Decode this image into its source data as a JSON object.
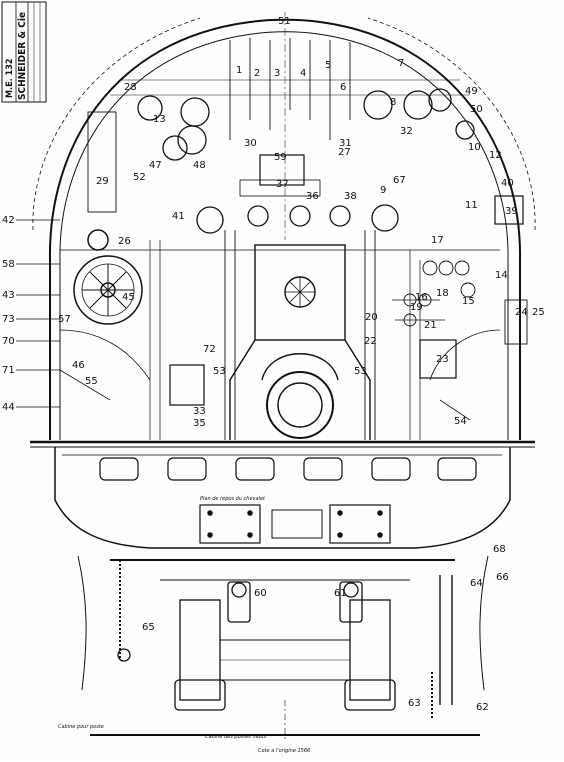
{
  "title_block": {
    "company": "SCHNEIDER & Cie",
    "drawing_number": "M.E. 132",
    "stamp_lines": [
      "",
      "",
      ""
    ]
  },
  "annotations": {
    "top": "Plan de repos du chevalet",
    "left_bottom": "Cabine pour poste",
    "center_bottom_1": "Cabine des postes hauts",
    "center_bottom_2": "Cote a l'origine 1566"
  },
  "callouts": [
    {
      "id": "c1",
      "label": "1"
    },
    {
      "id": "c2",
      "label": "2"
    },
    {
      "id": "c3",
      "label": "3"
    },
    {
      "id": "c4",
      "label": "4"
    },
    {
      "id": "c5",
      "label": "5"
    },
    {
      "id": "c6",
      "label": "6"
    },
    {
      "id": "c7",
      "label": "7"
    },
    {
      "id": "c8",
      "label": "8"
    },
    {
      "id": "c9",
      "label": "9"
    },
    {
      "id": "c10",
      "label": "10"
    },
    {
      "id": "c11",
      "label": "11"
    },
    {
      "id": "c12",
      "label": "12"
    },
    {
      "id": "c13",
      "label": "13"
    },
    {
      "id": "c14",
      "label": "14"
    },
    {
      "id": "c15",
      "label": "15"
    },
    {
      "id": "c16",
      "label": "16"
    },
    {
      "id": "c17",
      "label": "17"
    },
    {
      "id": "c18",
      "label": "18"
    },
    {
      "id": "c19",
      "label": "19"
    },
    {
      "id": "c20",
      "label": "20"
    },
    {
      "id": "c21",
      "label": "21"
    },
    {
      "id": "c22",
      "label": "22"
    },
    {
      "id": "c23",
      "label": "23"
    },
    {
      "id": "c24",
      "label": "24"
    },
    {
      "id": "c25",
      "label": "25"
    },
    {
      "id": "c26",
      "label": "26"
    },
    {
      "id": "c27",
      "label": "27"
    },
    {
      "id": "c28",
      "label": "28"
    },
    {
      "id": "c29",
      "label": "29"
    },
    {
      "id": "c30",
      "label": "30"
    },
    {
      "id": "c31",
      "label": "31"
    },
    {
      "id": "c32",
      "label": "32"
    },
    {
      "id": "c33",
      "label": "33"
    },
    {
      "id": "c35",
      "label": "35"
    },
    {
      "id": "c36",
      "label": "36"
    },
    {
      "id": "c37",
      "label": "37"
    },
    {
      "id": "c38",
      "label": "38"
    },
    {
      "id": "c39",
      "label": "39"
    },
    {
      "id": "c40",
      "label": "40"
    },
    {
      "id": "c41",
      "label": "41"
    },
    {
      "id": "c42",
      "label": "42"
    },
    {
      "id": "c43",
      "label": "43"
    },
    {
      "id": "c44",
      "label": "44"
    },
    {
      "id": "c45",
      "label": "45"
    },
    {
      "id": "c46",
      "label": "46"
    },
    {
      "id": "c47",
      "label": "47"
    },
    {
      "id": "c48",
      "label": "48"
    },
    {
      "id": "c49",
      "label": "49"
    },
    {
      "id": "c50",
      "label": "50"
    },
    {
      "id": "c51",
      "label": "51"
    },
    {
      "id": "c52",
      "label": "52"
    },
    {
      "id": "c53",
      "label": "53"
    },
    {
      "id": "c54",
      "label": "54"
    },
    {
      "id": "c55",
      "label": "55"
    },
    {
      "id": "c57",
      "label": "57"
    },
    {
      "id": "c58",
      "label": "58"
    },
    {
      "id": "c59",
      "label": "59"
    },
    {
      "id": "c60",
      "label": "60"
    },
    {
      "id": "c61",
      "label": "61"
    },
    {
      "id": "c62",
      "label": "62"
    },
    {
      "id": "c63",
      "label": "63"
    },
    {
      "id": "c64",
      "label": "64"
    },
    {
      "id": "c65",
      "label": "65"
    },
    {
      "id": "c66",
      "label": "66"
    },
    {
      "id": "c67",
      "label": "67"
    },
    {
      "id": "c68",
      "label": "68"
    },
    {
      "id": "c70",
      "label": "70"
    },
    {
      "id": "c71",
      "label": "71"
    },
    {
      "id": "c72",
      "label": "72"
    },
    {
      "id": "c73",
      "label": "73"
    }
  ]
}
